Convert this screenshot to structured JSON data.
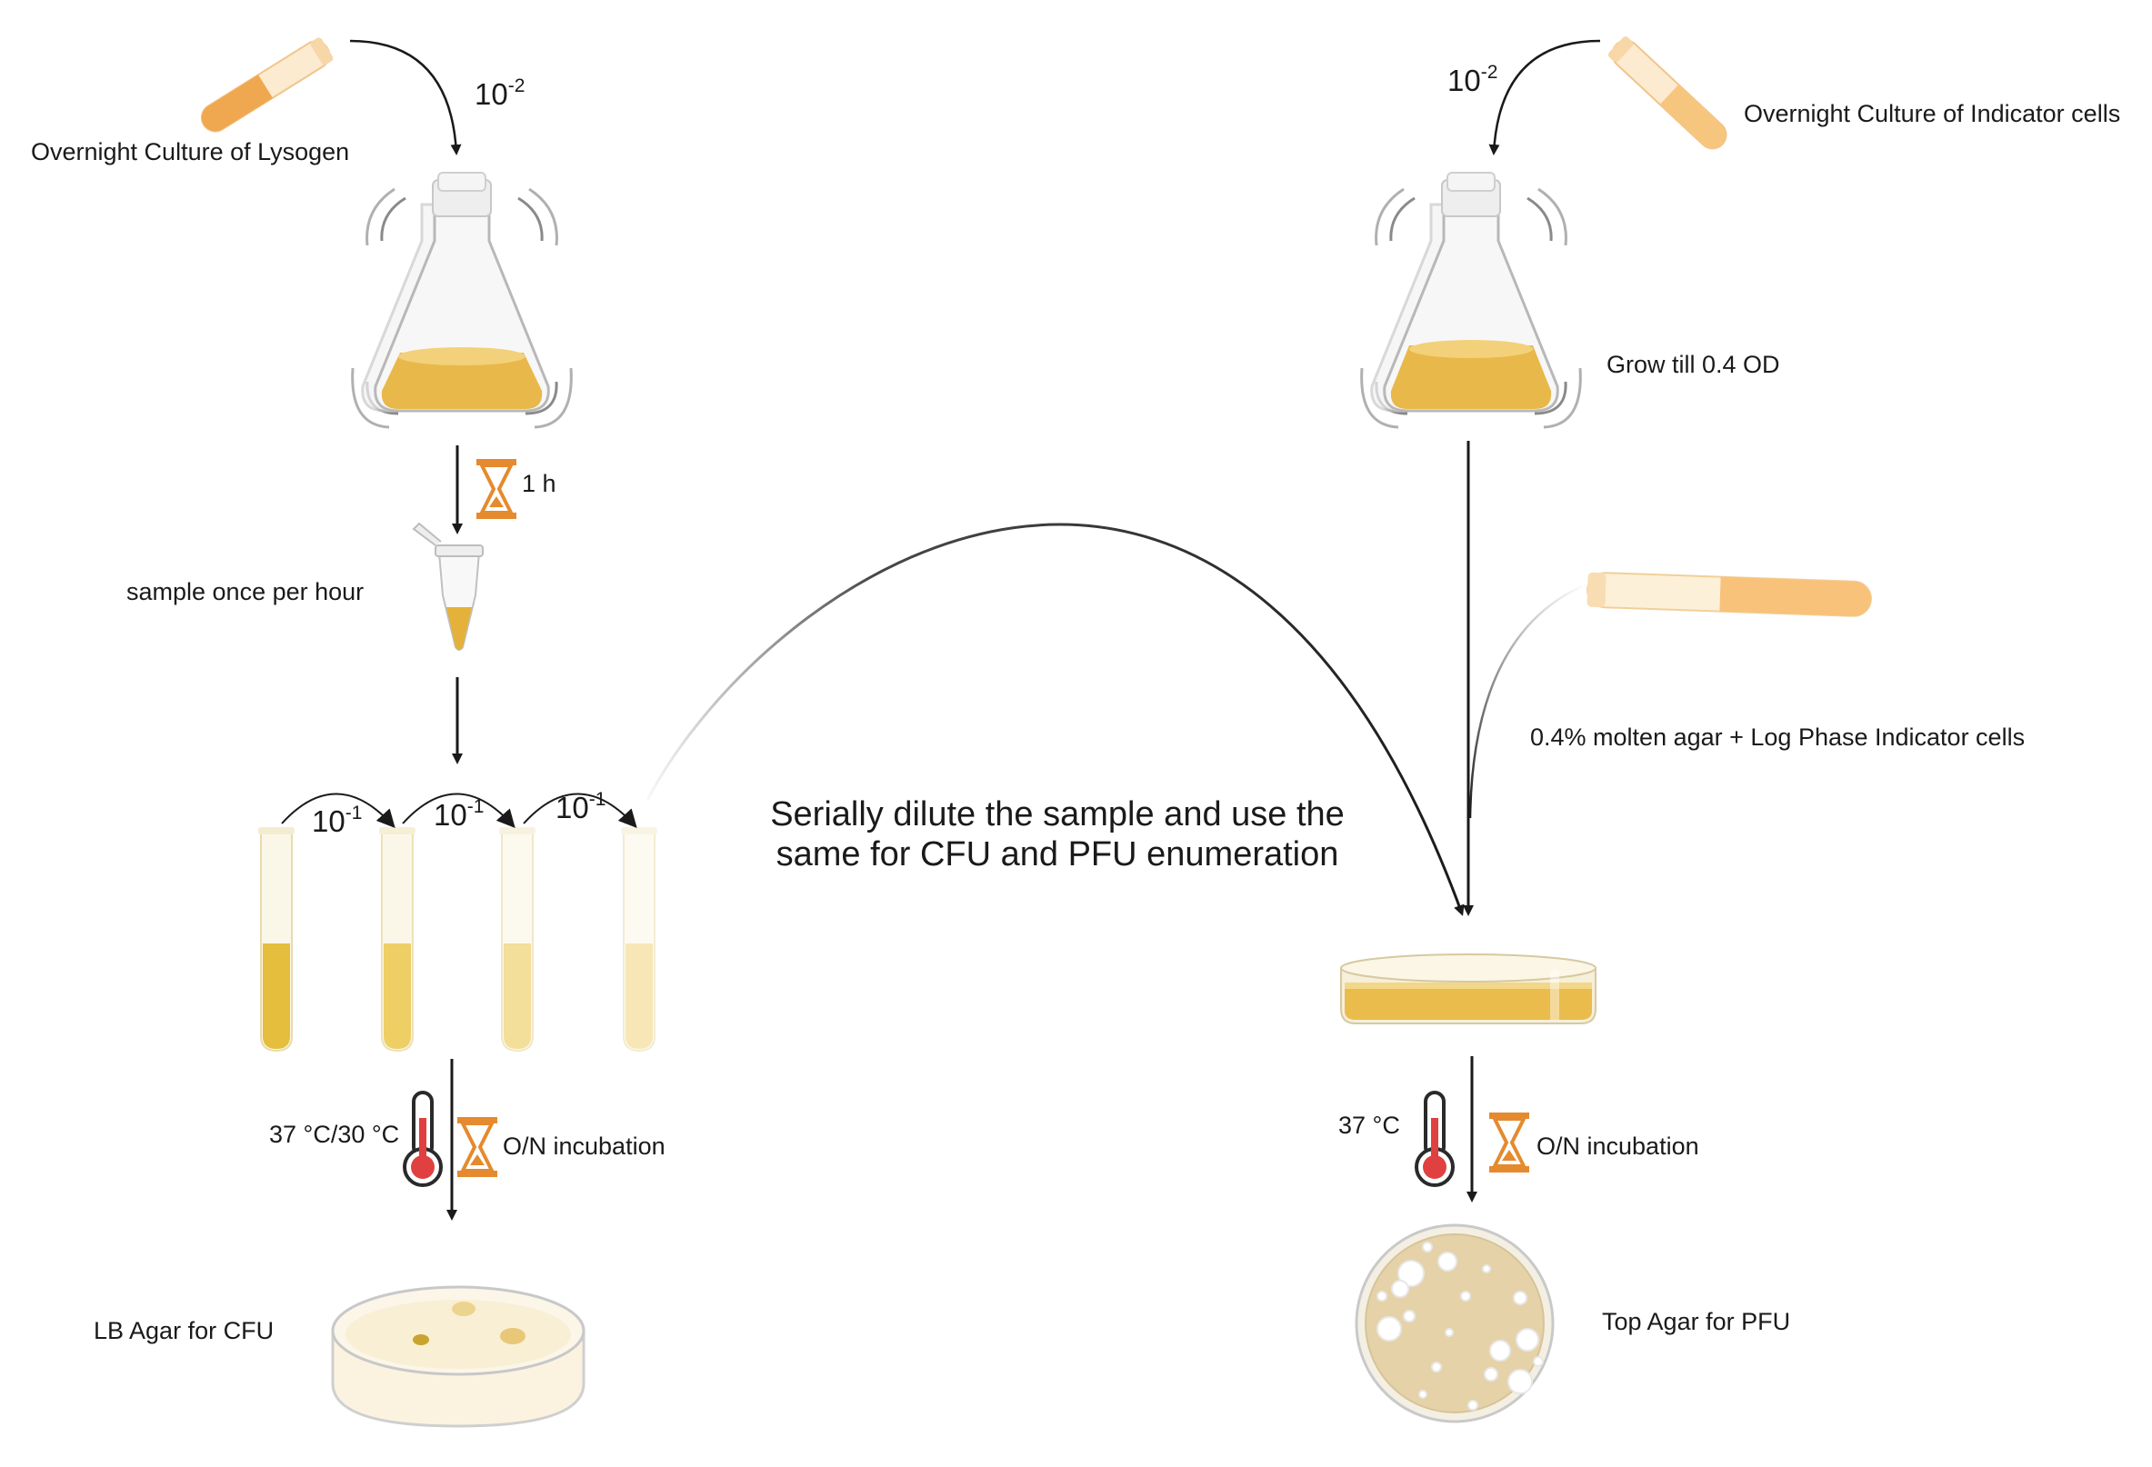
{
  "labels": {
    "overnight_lysogen": "Overnight Culture of Lysogen",
    "overnight_indicator": "Overnight Culture of Indicator cells",
    "grow_od": "Grow till 0.4 OD",
    "one_hour": "1 h",
    "sample_hourly": "sample once per hour",
    "molten_agar": "0.4% molten agar + Log Phase  Indicator cells",
    "serial_line1": "Serially dilute the sample and use the",
    "serial_line2": "same for CFU and PFU enumeration",
    "temp_left": "37 °C/30 °C",
    "temp_right": "37 °C",
    "incubation_left": "O/N incubation",
    "incubation_right": "O/N incubation",
    "lb_agar": "LB Agar for CFU",
    "top_agar": "Top Agar for PFU"
  },
  "dilutions": {
    "initial_left": {
      "base": "10",
      "exp": "-2"
    },
    "initial_right": {
      "base": "10",
      "exp": "-2"
    },
    "serial": [
      {
        "base": "10",
        "exp": "-1"
      },
      {
        "base": "10",
        "exp": "-1"
      },
      {
        "base": "10",
        "exp": "-1"
      }
    ]
  },
  "colors": {
    "culture_yellow": "#E9B84A",
    "broth_light": "#F6E3A8",
    "tube_orange": "#F0A850",
    "hourglass": "#E58A2E",
    "thermo_red": "#E0403F",
    "agar_tan": "#E6D2A8",
    "arrow": "#1a1a1a"
  },
  "icons": [
    "culture-tube-icon",
    "shaking-flask-icon",
    "hourglass-icon",
    "microtube-icon",
    "test-tube-icon",
    "thermometer-icon",
    "petri-dish-icon"
  ]
}
